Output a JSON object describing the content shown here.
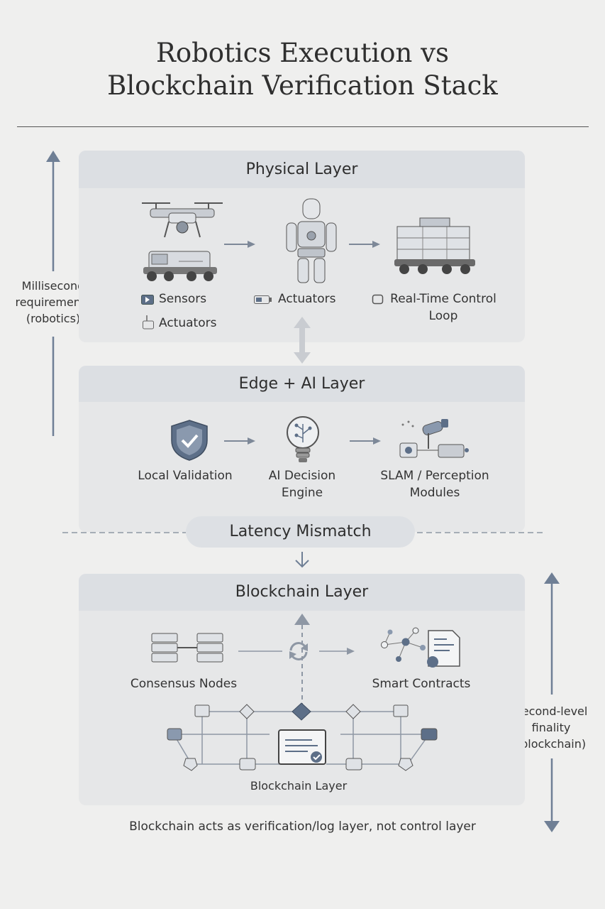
{
  "title_line1": "Robotics Execution vs",
  "title_line2": "Blockchain Verification Stack",
  "physical": {
    "heading": "Physical Layer",
    "sensors": "Sensors",
    "actuators_left": "Actuators",
    "actuators_mid": "Actuators",
    "realtime_1": "Real-Time Control",
    "realtime_2": "Loop"
  },
  "edge": {
    "heading": "Edge + AI Layer",
    "local_validation": "Local Validation",
    "ai_1": "AI Decision",
    "ai_2": "Engine",
    "slam_1": "SLAM / Perception",
    "slam_2": "Modules"
  },
  "latency": "Latency Mismatch",
  "blockchain": {
    "heading": "Blockchain Layer",
    "consensus": "Consensus Nodes",
    "contracts": "Smart Contracts",
    "network_label": "Blockchain Layer"
  },
  "left_side": {
    "line1": "Millisecond",
    "line2": "requirements",
    "line3": "(robotics)"
  },
  "right_side": {
    "line1": "Second-level",
    "line2": "finality",
    "line3": "(blockchain)"
  },
  "footer": "Blockchain acts as verification/log layer, not control layer",
  "colors": {
    "arrow": "#6f7f95",
    "panel": "#e6e7e8",
    "panel_head": "#dcdfe3",
    "icon_steel": "#5d6f88"
  }
}
